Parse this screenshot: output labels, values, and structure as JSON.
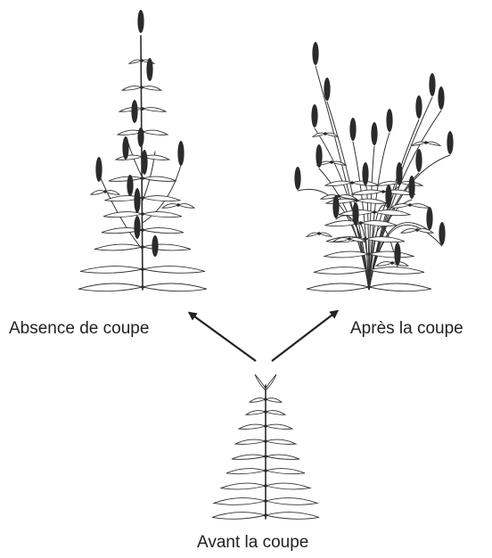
{
  "figure": {
    "panels": [
      {
        "id": "absence",
        "label": "Absence de coupe"
      },
      {
        "id": "apres",
        "label": "Après la coupe"
      },
      {
        "id": "avant",
        "label": "Avant la coupe"
      }
    ]
  },
  "colors": {
    "ink": "#2b2b2b",
    "background": "#ffffff"
  }
}
